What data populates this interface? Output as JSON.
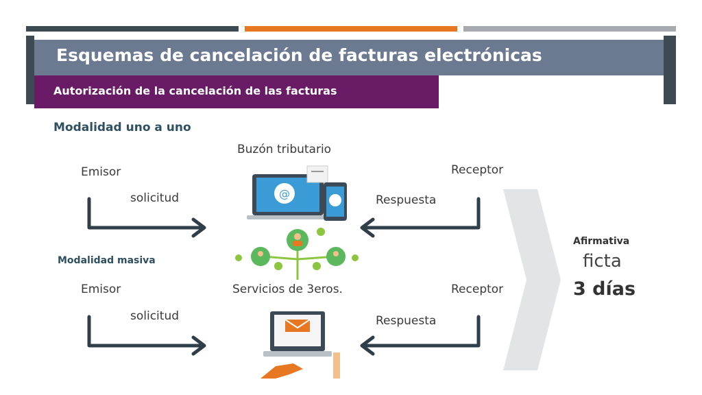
{
  "slide": {
    "title": "Esquemas de cancelación de facturas electrónicas",
    "subtitle": "Autorización de la cancelación de las facturas",
    "sections": {
      "uno_a_uno": {
        "heading": "Modalidad uno a uno",
        "center": "Buzón tributario",
        "emisor": "Emisor",
        "solicitud": "solicitud",
        "receptor": "Receptor",
        "respuesta": "Respuesta"
      },
      "masiva": {
        "heading": "Modalidad masiva",
        "center": "Servicios de 3eros.",
        "emisor": "Emisor",
        "solicitud": "solicitud",
        "receptor": "Receptor",
        "respuesta": "Respuesta"
      }
    },
    "result": {
      "line1": "Afirmativa",
      "line2": "ficta",
      "line3": "3 días"
    }
  },
  "icons": [
    "email-laptop-icon",
    "email-phone-icon",
    "people-network-icon",
    "laptop-envelope-icon",
    "hand-icon",
    "chevron-right-icon"
  ],
  "colors": {
    "title_bg": "#6b7a90",
    "subtitle_bg": "#6a1b66",
    "accent_orange": "#e87722",
    "dark_frame": "#3e4a52",
    "arrow": "#2f3e48",
    "bottom_blue": "#2a7ab8"
  }
}
